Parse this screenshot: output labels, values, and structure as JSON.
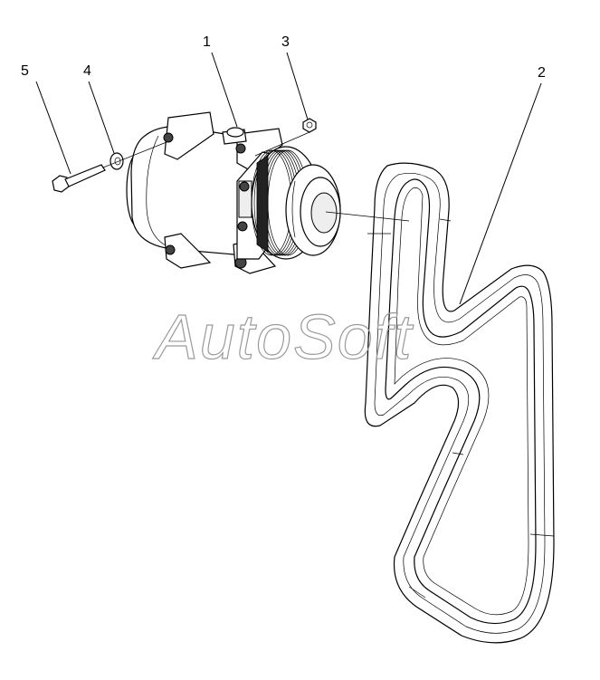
{
  "callouts": {
    "c1": "1",
    "c2": "2",
    "c3": "3",
    "c4": "4",
    "c5": "5"
  },
  "watermark": "AutoSoft",
  "colors": {
    "line": "#000000",
    "watermark": "#9a9a9a",
    "background": "#ffffff"
  }
}
